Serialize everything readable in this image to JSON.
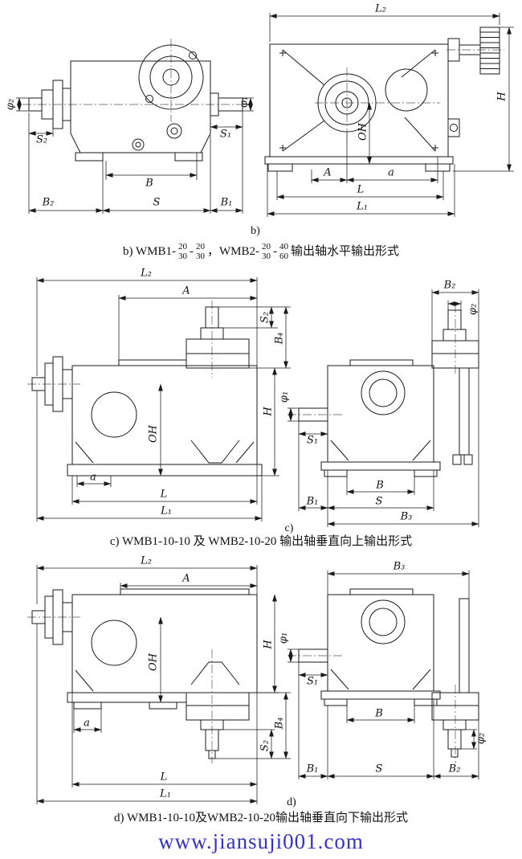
{
  "drawing": {
    "background": "#ffffff",
    "line_color": "#1a1a1a"
  },
  "dims": {
    "phi1": "φ₁",
    "phi2": "φ₂",
    "A": "A",
    "a": "a",
    "B": "B",
    "B1": "B₁",
    "B2": "B₂",
    "B3": "B₃",
    "B4": "B₄",
    "S": "S",
    "S1": "S₁",
    "S2": "S₂",
    "L": "L",
    "L1": "L₁",
    "L2": "L₂",
    "H": "H",
    "OH": "OH"
  },
  "markers": {
    "b": "b)",
    "c": "c)",
    "d": "d)"
  },
  "captions": {
    "b": {
      "part1": "b) WMB1-",
      "frac1": {
        "num": "20",
        "den": "30"
      },
      "sep1": "-",
      "frac2": {
        "num": "20",
        "den": "30"
      },
      "part2": "，WMB2-",
      "frac3": {
        "num": "20",
        "den": "30"
      },
      "sep2": "-",
      "frac4": {
        "num": "40",
        "den": "60"
      },
      "part3": "输出轴水平输出形式"
    },
    "c": "c) WMB1-10-10 及 WMB2-10-20 输出轴垂直向上输出形式",
    "d": "d) WMB1-10-10及WMB2-10-20输出轴垂直向下输出形式"
  },
  "footer": {
    "url": "www.jiansuji001.com",
    "color": "#3333cc"
  }
}
